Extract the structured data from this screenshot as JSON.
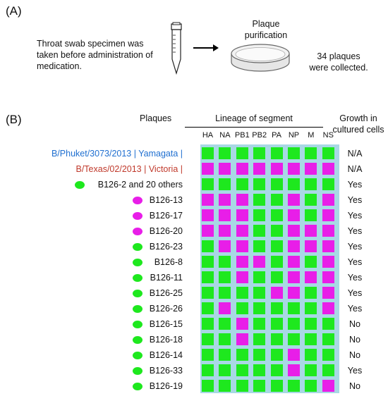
{
  "panels": {
    "a": "(A)",
    "b": "(B)"
  },
  "panel_a": {
    "specimen_text": [
      "Throat swab specimen was",
      "taken before administration of",
      "medication."
    ],
    "purification_text": [
      "Plaque",
      "purification"
    ],
    "result_text": [
      "34 plaques",
      "were collected."
    ]
  },
  "table": {
    "col_plaques": "Plaques",
    "col_lineage": "Lineage of segment",
    "col_growth": [
      "Growth in",
      "cultured cells"
    ],
    "segments": [
      "HA",
      "NA",
      "PB1",
      "PB2",
      "PA",
      "NP",
      "M",
      "NS"
    ],
    "colors": {
      "Y": "#1ee81e",
      "V": "#e81ee8",
      "grid": "#a8d8e4"
    },
    "rows": [
      {
        "label": "B/Phuket/3073/2013 | Yamagata |",
        "style": "blue",
        "dot": "",
        "pattern": "YYYYYYYY",
        "growth": "N/A"
      },
      {
        "label": "B/Texas/02/2013 | Victoria |",
        "style": "red",
        "dot": "",
        "pattern": "VVVVVVVV",
        "growth": "N/A"
      },
      {
        "label": "B126-2 and 20 others",
        "style": "",
        "dot": "Y",
        "pattern": "YYYYYYYY",
        "growth": "Yes"
      },
      {
        "label": "B126-13",
        "style": "",
        "dot": "V",
        "pattern": "VVVYYVYV",
        "growth": "Yes"
      },
      {
        "label": "B126-17",
        "style": "",
        "dot": "V",
        "pattern": "VVVYYVYV",
        "growth": "Yes"
      },
      {
        "label": "B126-20",
        "style": "",
        "dot": "V",
        "pattern": "VVVYYVVV",
        "growth": "Yes"
      },
      {
        "label": "B126-23",
        "style": "",
        "dot": "Y",
        "pattern": "YVVYYVVV",
        "growth": "Yes"
      },
      {
        "label": "B126-8",
        "style": "",
        "dot": "Y",
        "pattern": "YYVVYVYV",
        "growth": "Yes"
      },
      {
        "label": "B126-11",
        "style": "",
        "dot": "Y",
        "pattern": "YYVYYVVV",
        "growth": "Yes"
      },
      {
        "label": "B126-25",
        "style": "",
        "dot": "Y",
        "pattern": "YYYYVVYV",
        "growth": "Yes"
      },
      {
        "label": "B126-26",
        "style": "",
        "dot": "Y",
        "pattern": "YVYYYYYV",
        "growth": "Yes"
      },
      {
        "label": "B126-15",
        "style": "",
        "dot": "Y",
        "pattern": "YYVYYYYY",
        "growth": "No"
      },
      {
        "label": "B126-18",
        "style": "",
        "dot": "Y",
        "pattern": "YYVYYYYY",
        "growth": "No"
      },
      {
        "label": "B126-14",
        "style": "",
        "dot": "Y",
        "pattern": "YYYYYVYY",
        "growth": "No"
      },
      {
        "label": "B126-33",
        "style": "",
        "dot": "Y",
        "pattern": "YYYYYVYY",
        "growth": "Yes"
      },
      {
        "label": "B126-19",
        "style": "",
        "dot": "Y",
        "pattern": "YYYYYYYV",
        "growth": "No"
      }
    ]
  }
}
